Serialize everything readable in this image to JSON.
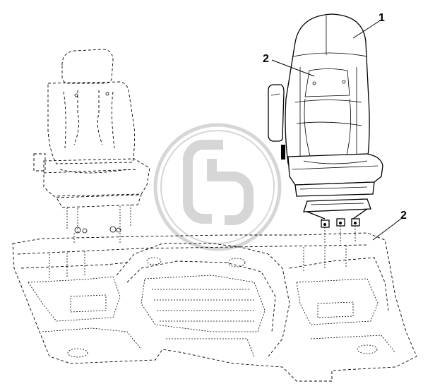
{
  "callouts": [
    {
      "id": "1",
      "label": "1"
    },
    {
      "id": "2a",
      "label": "2"
    },
    {
      "id": "2b",
      "label": "2"
    }
  ],
  "colors": {
    "line": "#000000",
    "watermark": "#d6d6d6",
    "background": "#ffffff"
  }
}
